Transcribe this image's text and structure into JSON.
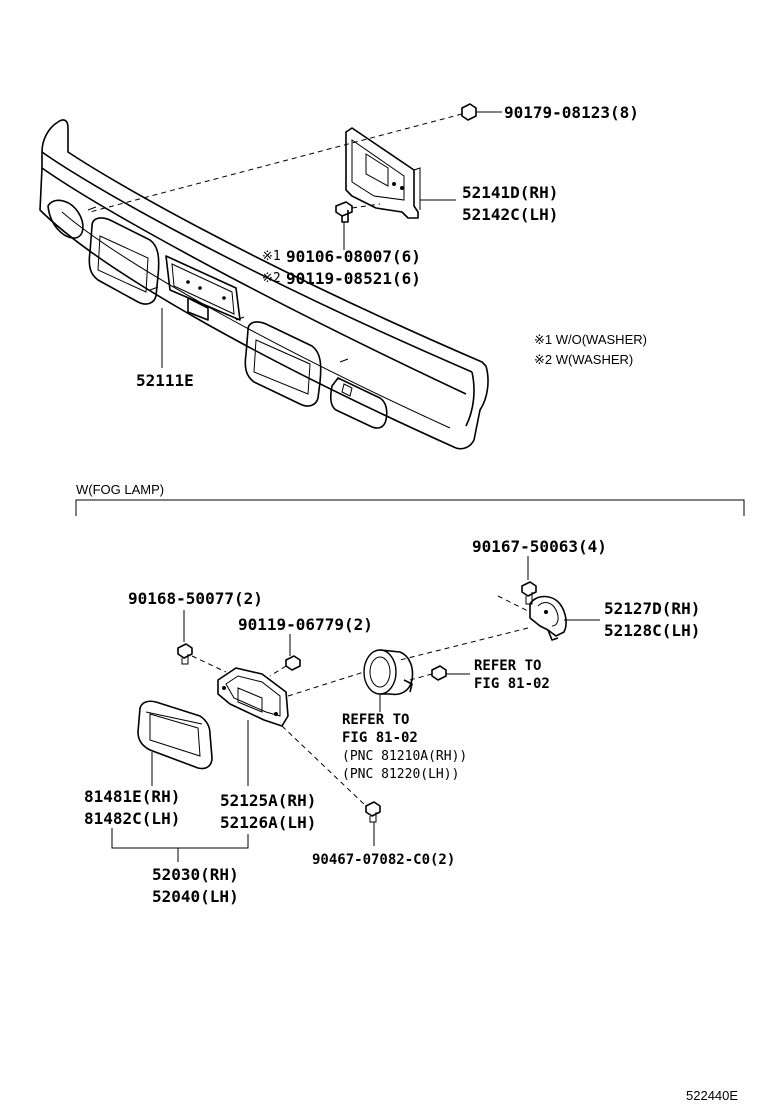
{
  "parts": {
    "p_nut": "90179-08123(8)",
    "p_bracket_rh": "52141D(RH)",
    "p_bracket_lh": "52142C(LH)",
    "p_bolt1": "90106-08007(6)",
    "p_bolt2": "90119-08521(6)",
    "p_bumper": "52111E",
    "p_screw_top": "90167-50063(4)",
    "p_bracket2_rh": "52127D(RH)",
    "p_bracket2_lh": "52128C(LH)",
    "p_screw_left": "90168-50077(2)",
    "p_screw_mid": "90119-06779(2)",
    "p_cover_rh": "81481E(RH)",
    "p_cover_lh": "81482C(LH)",
    "p_housing_rh": "52125A(RH)",
    "p_housing_lh": "52126A(LH)",
    "p_assy_rh": "52030(RH)",
    "p_assy_lh": "52040(LH)",
    "p_screw_bottom": "90467-07082-C0(2)"
  },
  "marks": {
    "mark1": "※1",
    "mark2": "※2"
  },
  "notes": {
    "note1": "※1 W/O(WASHER)",
    "note2": "※2 W(WASHER)"
  },
  "section": {
    "title": "W(FOG LAMP)"
  },
  "refs": {
    "ref1_line1": "REFER TO",
    "ref1_line2": "FIG 81-02",
    "ref2_line1": "REFER TO",
    "ref2_line2": "FIG 81-02",
    "ref2_line3": "(PNC 81210A(RH))",
    "ref2_line4": "(PNC 81220(LH))"
  },
  "footer": {
    "code": "522440E"
  }
}
